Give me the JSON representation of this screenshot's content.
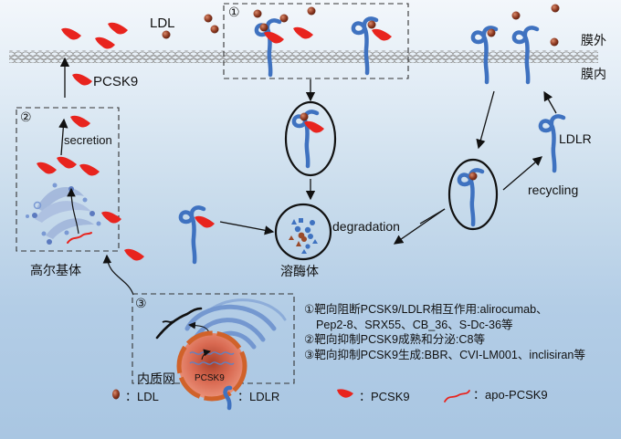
{
  "labels": {
    "ldl_top": "LDL",
    "pcsk9_top": "PCSK9",
    "outside_membrane": "膜外",
    "inside_membrane": "膜内",
    "secretion": "secretion",
    "golgi": "高尔基体",
    "degradation": "degradation",
    "lysosome": "溶酶体",
    "ldlr": "LDLR",
    "recycling": "recycling",
    "er": "内质网",
    "nucleus_pcsk9": "PCSK9"
  },
  "box_markers": [
    "①",
    "②",
    "③"
  ],
  "notes": [
    "①靶向阻断PCSK9/LDLR相互作用:alirocumab、",
    "Pep2-8、SRX55、CB_36、S-Dc-36等",
    "②靶向抑制PCSK9成熟和分泌:C8等",
    "③靶向抑制PCSK9生成:BBR、CVI-LM001、inclisiran等"
  ],
  "legend": [
    {
      "icon": "ldl-particle-icon",
      "label": "：LDL"
    },
    {
      "icon": "ldlr-receptor-icon",
      "label": "：LDLR"
    },
    {
      "icon": "pcsk9-protein-icon",
      "label": "：PCSK9"
    },
    {
      "icon": "apo-pcsk9-icon",
      "label": "：apo-PCSK9"
    }
  ],
  "colors": {
    "ldl": "#8a3a22",
    "ldlr": "#3f72c0",
    "pcsk9": "#e8241e",
    "apo_pcsk9": "#e8241e",
    "membrane": "#9a9a9a",
    "nucleus": "#d9684a",
    "nucleus_rim": "#d0622a"
  }
}
